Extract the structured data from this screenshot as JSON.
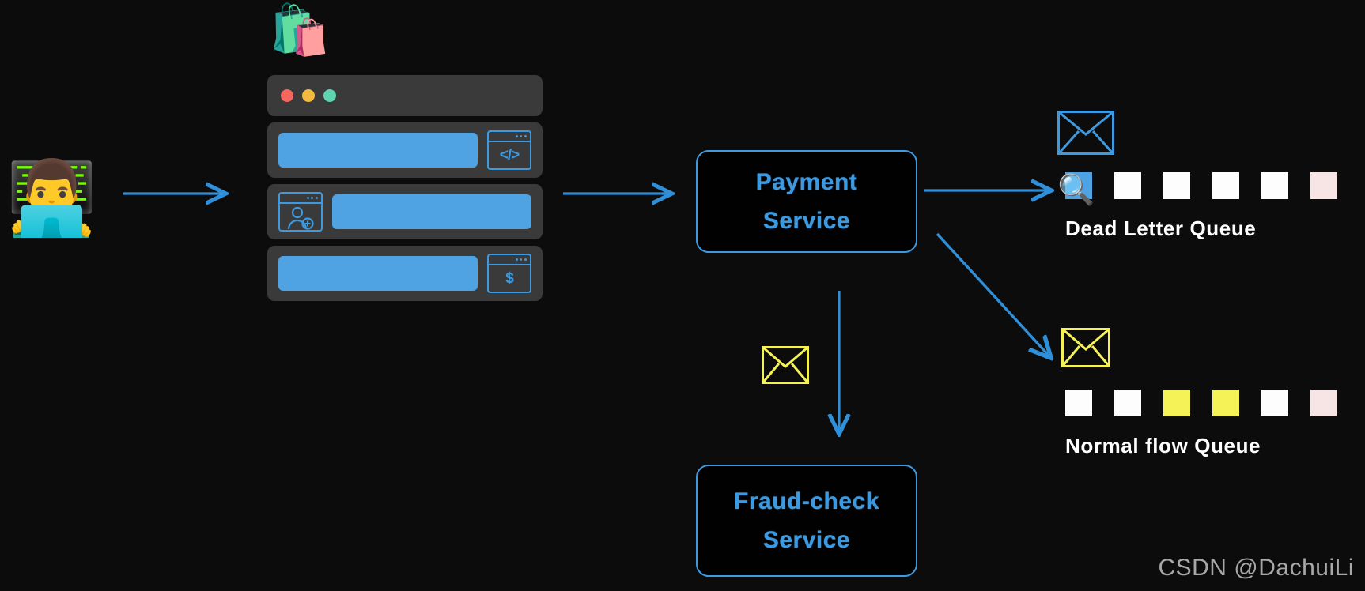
{
  "diagram": {
    "background_color": "#0c0c0c",
    "accent_blue": "#3d9ae0",
    "accent_yellow": "#f5f257",
    "title_text_color": "#ffffff"
  },
  "actors": {
    "developer_emoji": "👨‍💻",
    "shopping_bags_emoji": "🛍️"
  },
  "browser_mock": {
    "traffic_lights": [
      "red",
      "yellow",
      "green"
    ],
    "rows": [
      {
        "icon": "code-window-icon",
        "icon_glyph": "</>",
        "icon_side": "right"
      },
      {
        "icon": "user-add-window-icon",
        "icon_glyph": "person-plus",
        "icon_side": "left"
      },
      {
        "icon": "dollar-window-icon",
        "icon_glyph": "$",
        "icon_side": "right"
      }
    ]
  },
  "services": [
    {
      "id": "payment",
      "line1": "Payment",
      "line2": "Service"
    },
    {
      "id": "fraud",
      "line1": "Fraud-check",
      "line2": "Service"
    }
  ],
  "queues": [
    {
      "id": "dead-letter",
      "label": "Dead Letter Queue",
      "envelope_color": "#3d9ae0",
      "has_magnifier": true,
      "magnifier_glyph": "🔍",
      "squares": [
        "blue",
        "white",
        "white",
        "white",
        "white",
        "pink"
      ]
    },
    {
      "id": "normal-flow",
      "label": "Normal flow Queue",
      "envelope_color": "#f5f257",
      "has_magnifier": false,
      "squares": [
        "white",
        "white",
        "yellow",
        "yellow",
        "white",
        "pink"
      ]
    }
  ],
  "envelopes": [
    {
      "id": "dead-letter-envelope",
      "color": "#3d9ae0"
    },
    {
      "id": "fraud-envelope",
      "color": "#f5f257"
    },
    {
      "id": "normal-flow-envelope",
      "color": "#f5f257"
    }
  ],
  "watermark": "CSDN @DachuiLi"
}
